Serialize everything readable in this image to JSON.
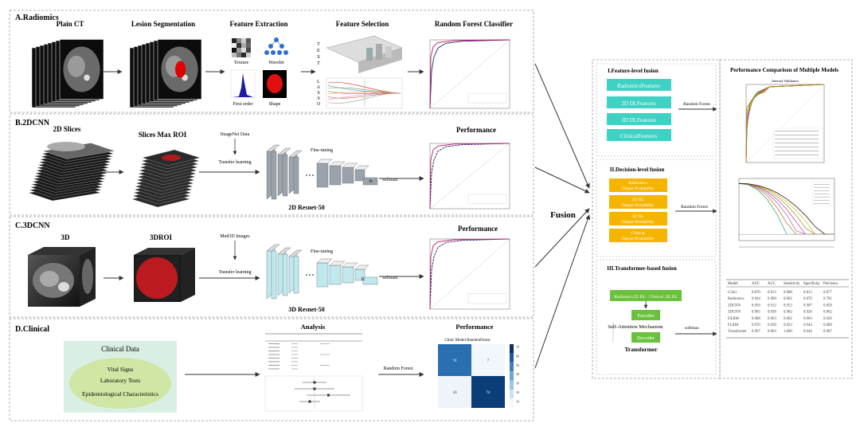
{
  "sections": {
    "radiomics": {
      "title": "A.Radiomics",
      "steps": [
        "Plain CT",
        "Lesion Segmentation",
        "Feature Extraction",
        "Feature Selection",
        "Random Forest Classifier"
      ],
      "feature_labels": [
        "Texture",
        "Wavelet",
        "First order",
        "Shape"
      ],
      "test_letters": [
        "T",
        "E",
        "S",
        "T"
      ],
      "lasso_letters": [
        "L",
        "A",
        "S",
        "S",
        "O"
      ]
    },
    "cnn2d": {
      "title": "B.2DCNN",
      "steps": [
        "2D Slices",
        "Slices Max ROI",
        "Performance"
      ],
      "pretrain": "ImageNet Data",
      "transfer": "Transfer learning",
      "finetune": "Fine-tuning",
      "softmax": "softmax",
      "model": "2D Resnet-50",
      "fc": "fc"
    },
    "cnn3d": {
      "title": "C.3DCNN",
      "steps": [
        "3D",
        "3DROI",
        "Performance"
      ],
      "pretrain": "Med3D Images",
      "transfer": "Transfer learning",
      "finetune": "Fine-tuning",
      "softmax": "softmax",
      "model": "3D Resnet-50",
      "fc": "fc"
    },
    "clinical": {
      "title": "D.Clinical",
      "box_title": "Clinical Data",
      "items": [
        "Vital Signs",
        "Laboratory Tests",
        "Epidemiological Characteristics"
      ],
      "analysis": "Analysis",
      "classifier": "Random Forest",
      "performance": "Performance",
      "cm_title": "Clinic Model RandomForest",
      "cm_values": [
        "74",
        "7",
        "10",
        "74"
      ],
      "cm_scale": [
        "70",
        "60",
        "50",
        "40",
        "30",
        "20",
        "10"
      ]
    }
  },
  "fusion": {
    "label": "Fusion",
    "feature_level": {
      "title": "I.Feature-level fusion",
      "features": [
        "RadiomicsFeatures",
        "2D DLFeatures",
        "3D DLFeatures",
        "ClinicalFeatures"
      ],
      "classifier": "Random Forest"
    },
    "decision_level": {
      "title": "II.Decision-level fusion",
      "outputs": [
        [
          "Radiomics",
          "Output Probability"
        ],
        [
          "2D DL",
          "Output Probability"
        ],
        [
          "3D DL",
          "Output Probability"
        ],
        [
          "Clinical",
          "Output Probability"
        ]
      ],
      "classifier": "Random Forest"
    },
    "transformer": {
      "title": "III.Transformer-based fusion",
      "inputs": [
        "Radiomics",
        "2D DL",
        "Clinical",
        "3D DL"
      ],
      "encoder": "Encoder",
      "attention": "Self-Attention Mechanism",
      "decoder": "Decoder",
      "name": "Transformer",
      "softmax": "softmax"
    }
  },
  "comparison": {
    "title": "Performance Comparison of Multiple Models",
    "roc_title": "Internal Validation",
    "table": {
      "columns": [
        "Model",
        "AUC",
        "ACC",
        "Sensitivity",
        "Specificity",
        "Precision"
      ],
      "rows": [
        [
          "Clinic",
          "0.870",
          "0.812",
          "0.808",
          "0.815",
          "0.877"
        ],
        [
          "Radiomics",
          "0.944",
          "0.900",
          "0.962",
          "0.870",
          "0.781"
        ],
        [
          "2DCNN",
          "0.956",
          "0.912",
          "0.923",
          "0.907",
          "0.828"
        ],
        [
          "3DCNN",
          "0.965",
          "0.938",
          "0.962",
          "0.926",
          "0.862"
        ],
        [
          "DLRM",
          "0.988",
          "0.963",
          "0.962",
          "0.963",
          "0.926"
        ],
        [
          "FLRM",
          "0.970",
          "0.938",
          "0.923",
          "0.944",
          "0.889"
        ],
        [
          "Transformer",
          "0.997",
          "0.963",
          "1.000",
          "0.944",
          "0.897"
        ]
      ]
    }
  },
  "colors": {
    "teal": "#3fd1c4",
    "orange": "#f4b400",
    "green": "#6ac13c",
    "light_green": "#d6ecb8",
    "resnet2d": "#9aa3ab",
    "resnet3d": "#bfe9ef",
    "dash": "#888888"
  }
}
